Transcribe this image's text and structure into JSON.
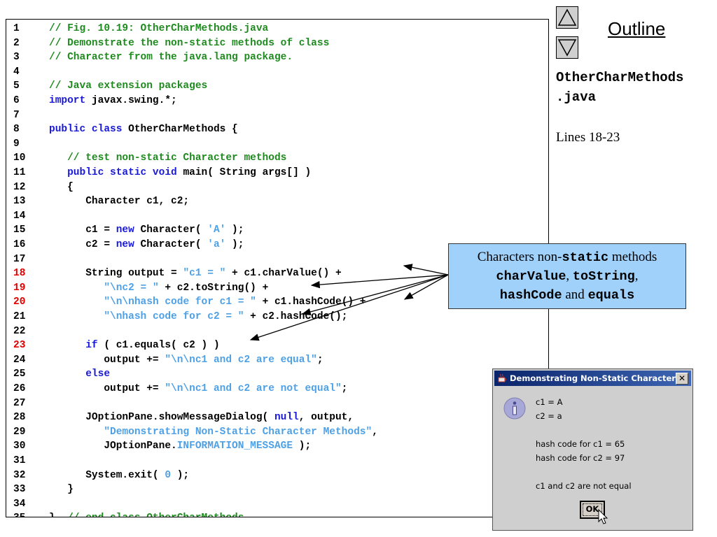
{
  "code": {
    "lines": [
      {
        "n": "1",
        "hl": false,
        "t": [
          {
            "c": "c",
            "v": "// Fig. 10.19: OtherCharMethods.java"
          }
        ]
      },
      {
        "n": "2",
        "hl": false,
        "t": [
          {
            "c": "c",
            "v": "// Demonstrate the non-static methods of class"
          }
        ]
      },
      {
        "n": "3",
        "hl": false,
        "t": [
          {
            "c": "c",
            "v": "// Character from the java.lang package."
          }
        ]
      },
      {
        "n": "4",
        "hl": false,
        "t": []
      },
      {
        "n": "5",
        "hl": false,
        "t": [
          {
            "c": "c",
            "v": "// Java extension packages"
          }
        ]
      },
      {
        "n": "6",
        "hl": false,
        "t": [
          {
            "c": "k",
            "v": "import"
          },
          {
            "c": "p",
            "v": " javax.swing.*;"
          }
        ]
      },
      {
        "n": "7",
        "hl": false,
        "t": []
      },
      {
        "n": "8",
        "hl": false,
        "t": [
          {
            "c": "k",
            "v": "public class"
          },
          {
            "c": "p",
            "v": " OtherCharMethods {"
          }
        ]
      },
      {
        "n": "9",
        "hl": false,
        "t": []
      },
      {
        "n": "10",
        "hl": false,
        "t": [
          {
            "c": "c",
            "v": "   // test non-static Character methods"
          }
        ]
      },
      {
        "n": "11",
        "hl": false,
        "t": [
          {
            "c": "p",
            "v": "   "
          },
          {
            "c": "k",
            "v": "public static void"
          },
          {
            "c": "p",
            "v": " main( String args[] )"
          }
        ]
      },
      {
        "n": "12",
        "hl": false,
        "t": [
          {
            "c": "p",
            "v": "   {"
          }
        ]
      },
      {
        "n": "13",
        "hl": false,
        "t": [
          {
            "c": "p",
            "v": "      Character c1, c2;"
          }
        ]
      },
      {
        "n": "14",
        "hl": false,
        "t": []
      },
      {
        "n": "15",
        "hl": false,
        "t": [
          {
            "c": "p",
            "v": "      c1 = "
          },
          {
            "c": "k",
            "v": "new"
          },
          {
            "c": "p",
            "v": " Character( "
          },
          {
            "c": "s",
            "v": "'A'"
          },
          {
            "c": "p",
            "v": " );"
          }
        ]
      },
      {
        "n": "16",
        "hl": false,
        "t": [
          {
            "c": "p",
            "v": "      c2 = "
          },
          {
            "c": "k",
            "v": "new"
          },
          {
            "c": "p",
            "v": " Character( "
          },
          {
            "c": "s",
            "v": "'a'"
          },
          {
            "c": "p",
            "v": " );"
          }
        ]
      },
      {
        "n": "17",
        "hl": false,
        "t": []
      },
      {
        "n": "18",
        "hl": true,
        "t": [
          {
            "c": "p",
            "v": "      String output = "
          },
          {
            "c": "s",
            "v": "\"c1 = \""
          },
          {
            "c": "p",
            "v": " + c1.charValue() +"
          }
        ]
      },
      {
        "n": "19",
        "hl": true,
        "t": [
          {
            "c": "p",
            "v": "         "
          },
          {
            "c": "s",
            "v": "\"\\nc2 = \""
          },
          {
            "c": "p",
            "v": " + c2.toString() +"
          }
        ]
      },
      {
        "n": "20",
        "hl": true,
        "t": [
          {
            "c": "p",
            "v": "         "
          },
          {
            "c": "s",
            "v": "\"\\n\\nhash code for c1 = \""
          },
          {
            "c": "p",
            "v": " + c1.hashCode() +"
          }
        ]
      },
      {
        "n": "21",
        "hl": false,
        "t": [
          {
            "c": "p",
            "v": "         "
          },
          {
            "c": "s",
            "v": "\"\\nhash code for c2 = \""
          },
          {
            "c": "p",
            "v": " + c2.hashCode();"
          }
        ]
      },
      {
        "n": "22",
        "hl": false,
        "t": []
      },
      {
        "n": "23",
        "hl": true,
        "t": [
          {
            "c": "p",
            "v": "      "
          },
          {
            "c": "k",
            "v": "if"
          },
          {
            "c": "p",
            "v": " ( c1.equals( c2 ) )"
          }
        ]
      },
      {
        "n": "24",
        "hl": false,
        "t": [
          {
            "c": "p",
            "v": "         output += "
          },
          {
            "c": "s",
            "v": "\"\\n\\nc1 and c2 are equal\""
          },
          {
            "c": "p",
            "v": ";"
          }
        ]
      },
      {
        "n": "25",
        "hl": false,
        "t": [
          {
            "c": "k",
            "v": "      else"
          }
        ]
      },
      {
        "n": "26",
        "hl": false,
        "t": [
          {
            "c": "p",
            "v": "         output += "
          },
          {
            "c": "s",
            "v": "\"\\n\\nc1 and c2 are not equal\""
          },
          {
            "c": "p",
            "v": ";"
          }
        ]
      },
      {
        "n": "27",
        "hl": false,
        "t": []
      },
      {
        "n": "28",
        "hl": false,
        "t": [
          {
            "c": "p",
            "v": "      JOptionPane.showMessageDialog( "
          },
          {
            "c": "k",
            "v": "null"
          },
          {
            "c": "p",
            "v": ", output,"
          }
        ]
      },
      {
        "n": "29",
        "hl": false,
        "t": [
          {
            "c": "p",
            "v": "         "
          },
          {
            "c": "s",
            "v": "\"Demonstrating Non-Static Character Methods\""
          },
          {
            "c": "p",
            "v": ","
          }
        ]
      },
      {
        "n": "30",
        "hl": false,
        "t": [
          {
            "c": "p",
            "v": "         JOptionPane."
          },
          {
            "c": "s",
            "v": "INFORMATION_MESSAGE"
          },
          {
            "c": "p",
            "v": " );"
          }
        ]
      },
      {
        "n": "31",
        "hl": false,
        "t": []
      },
      {
        "n": "32",
        "hl": false,
        "t": [
          {
            "c": "p",
            "v": "      System.exit( "
          },
          {
            "c": "s",
            "v": "0"
          },
          {
            "c": "p",
            "v": " );"
          }
        ]
      },
      {
        "n": "33",
        "hl": false,
        "t": [
          {
            "c": "p",
            "v": "   }"
          }
        ]
      },
      {
        "n": "34",
        "hl": false,
        "t": []
      },
      {
        "n": "35",
        "hl": false,
        "t": [
          {
            "c": "p",
            "v": "}  "
          },
          {
            "c": "c",
            "v": "// end class OtherCharMethods"
          }
        ]
      }
    ]
  },
  "nav": {
    "up_icon": "triangle-up-icon",
    "down_icon": "triangle-down-icon",
    "outline_label": "Outline"
  },
  "file": {
    "title_line1": "OtherCharMethods",
    "title_line2": ".java",
    "lines_ref": "Lines 18-23"
  },
  "callout": {
    "text_1": "Characters non-",
    "code_static": "static",
    "text_2": " methods",
    "code_charValue": "charValue",
    "sep_1": ", ",
    "code_toString": "toString",
    "sep_2": ",",
    "code_hashCode": "hashCode",
    "text_and": " and ",
    "code_equals": "equals",
    "bg_color": "#9fd1fb"
  },
  "dialog": {
    "title": "Demonstrating Non-Static Character ...",
    "close_label": "✕",
    "messages": [
      "c1 = A",
      "c2 = a",
      "hash code for c1 = 65",
      "hash code for c2 = 97",
      "c1 and c2 are not equal"
    ],
    "ok_label": "OK",
    "icon": "info-icon"
  },
  "colors": {
    "comment": "#1f8a1f",
    "keyword": "#1a1ad6",
    "literal": "#4ea1e6",
    "highlight_line_number": "#e00000"
  }
}
